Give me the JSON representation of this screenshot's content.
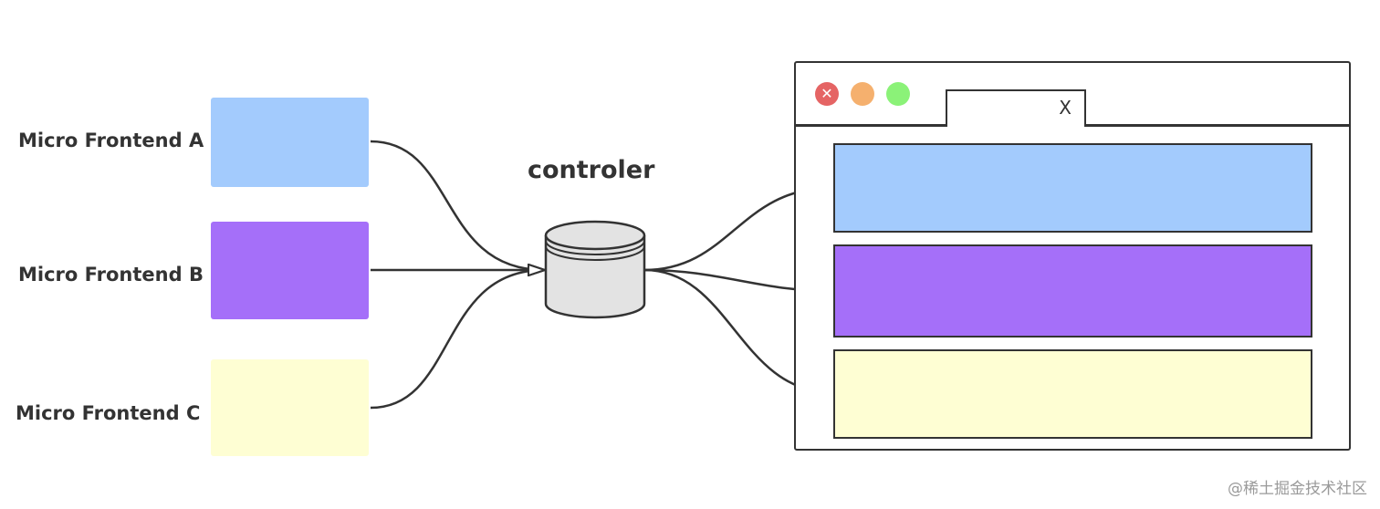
{
  "sources": [
    {
      "label": "Micro Frontend A",
      "color": "#a3cbfd"
    },
    {
      "label": "Micro Frontend B",
      "color": "#a56ff9"
    },
    {
      "label": "Micro Frontend C",
      "color": "#fefed3"
    }
  ],
  "controller": {
    "label": "controler",
    "icon": "database-cylinder-icon",
    "fill": "#e3e3e3"
  },
  "browser": {
    "window_buttons": [
      {
        "name": "close",
        "color": "#e56464"
      },
      {
        "name": "minimize",
        "color": "#f5b06e"
      },
      {
        "name": "maximize",
        "color": "#8bf278"
      }
    ],
    "tab_close_label": "X",
    "slots": [
      {
        "color": "#a3cbfd"
      },
      {
        "color": "#a56ff9"
      },
      {
        "color": "#fefed3"
      }
    ]
  },
  "stroke_color": "#333333",
  "watermark": "@稀土掘金技术社区"
}
